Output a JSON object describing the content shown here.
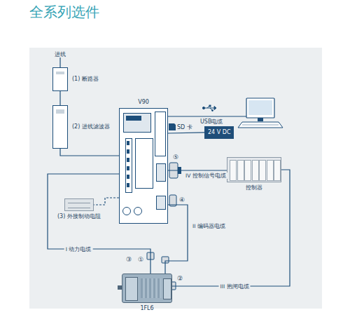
{
  "diagram": {
    "title": "全系列选件",
    "nodes": [
      {
        "text": [
          "(1) 断路器"
        ]
      },
      {
        "text": [
          "(2) 进线滤波器"
        ]
      },
      {
        "text": [
          "V90"
        ]
      },
      {
        "text": [
          "24 V DC"
        ]
      },
      {
        "text": [
          "控制器"
        ]
      },
      {
        "text": [
          "(3) 外接制动电阻"
        ]
      },
      {
        "text": [
          "1FL6"
        ]
      }
    ],
    "edges": [
      {
        "from": 0,
        "to": 1,
        "arrow": "none"
      },
      {
        "from": 1,
        "to": 2,
        "arrow": "none"
      },
      {
        "from": 2,
        "to": 5,
        "arrow": "none"
      },
      {
        "from": 2,
        "to": 6,
        "label": "I 动力电缆",
        "arrow": "none"
      },
      {
        "from": 2,
        "to": 6,
        "label": "II 编码器电缆",
        "arrow": "none"
      },
      {
        "from": 4,
        "to": 6,
        "label": "III 抱闸电缆",
        "arrow": "none"
      },
      {
        "from": 2,
        "to": 4,
        "label": "IV 控制信号电缆",
        "arrow": "none"
      },
      {
        "from": 2,
        "to": 3,
        "arrow": "none"
      }
    ],
    "labels": [
      "进线",
      "SD 卡",
      "USB电缆",
      "⑤",
      "④",
      "③",
      "①",
      "②"
    ]
  }
}
